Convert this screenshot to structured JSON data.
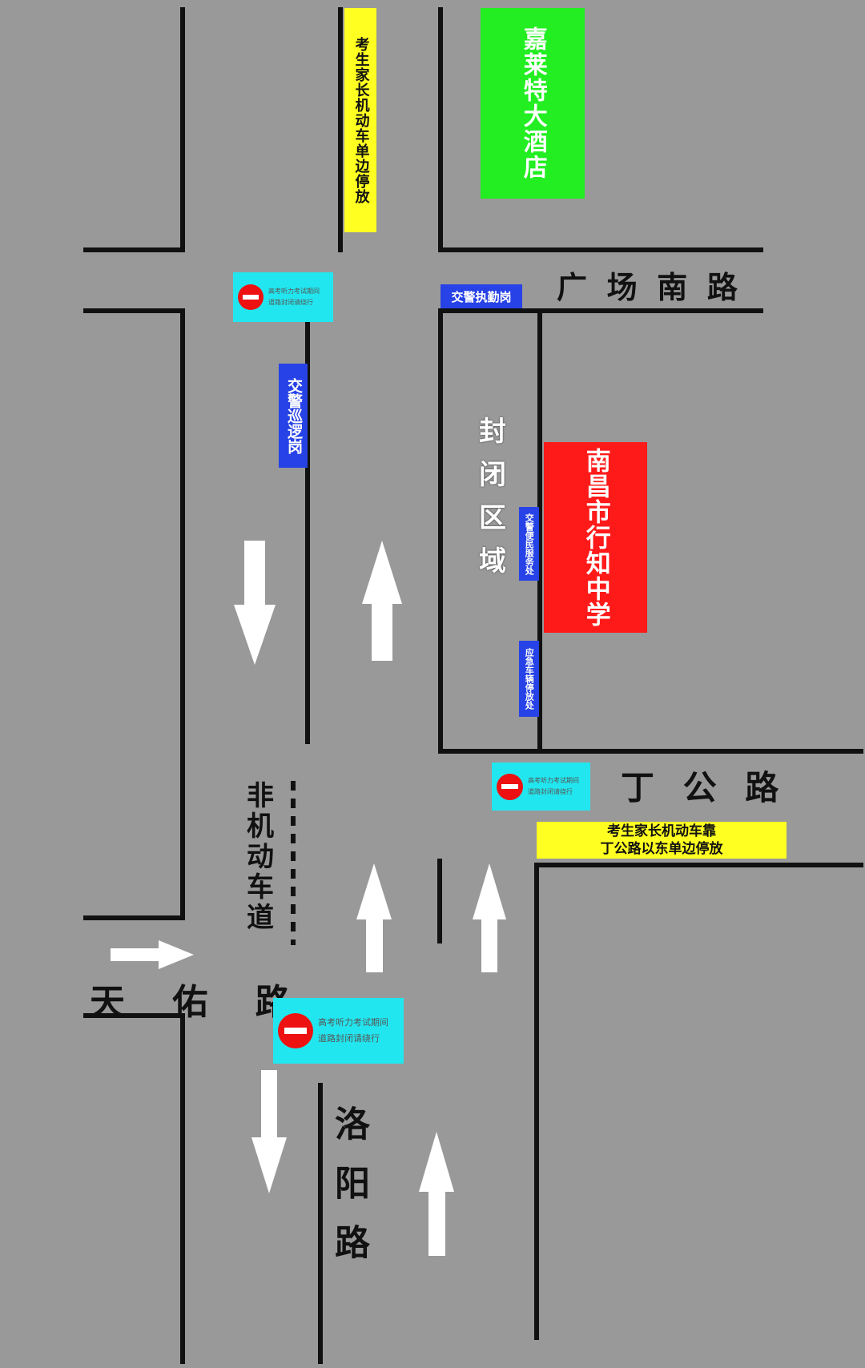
{
  "map": {
    "roads": {
      "guangchang_nanlu": "广 场 南 路",
      "dinggong_lu": "丁 公 路",
      "tianyou_lu": "天 佑 路",
      "luoyang_lu": "洛阳路"
    },
    "places": {
      "hotel": "嘉莱特大酒店",
      "school": "南昌市行知中学",
      "closed_area": "封闭区域",
      "non_motor_lane": "非机动车道"
    },
    "parking": {
      "north": "考生家长机动车单边停放",
      "east_line1": "考生家长机动车靠",
      "east_line2": "丁公路以东单边停放"
    },
    "police_posts": {
      "duty_post": "交警执勤岗",
      "patrol_post": "交警巡逻岗",
      "service_point": "交警便民服务处",
      "emergency_parking": "应急车辆停放处"
    },
    "closure_signs": {
      "line1": "高考听力考试期间",
      "line2": "道路封闭请绕行"
    },
    "colors": {
      "background": "#999999",
      "hotel": "#22ee22",
      "school": "#ff1a1a",
      "parking": "#ffff22",
      "police": "#2742e6",
      "closure": "#22e6ef"
    }
  }
}
